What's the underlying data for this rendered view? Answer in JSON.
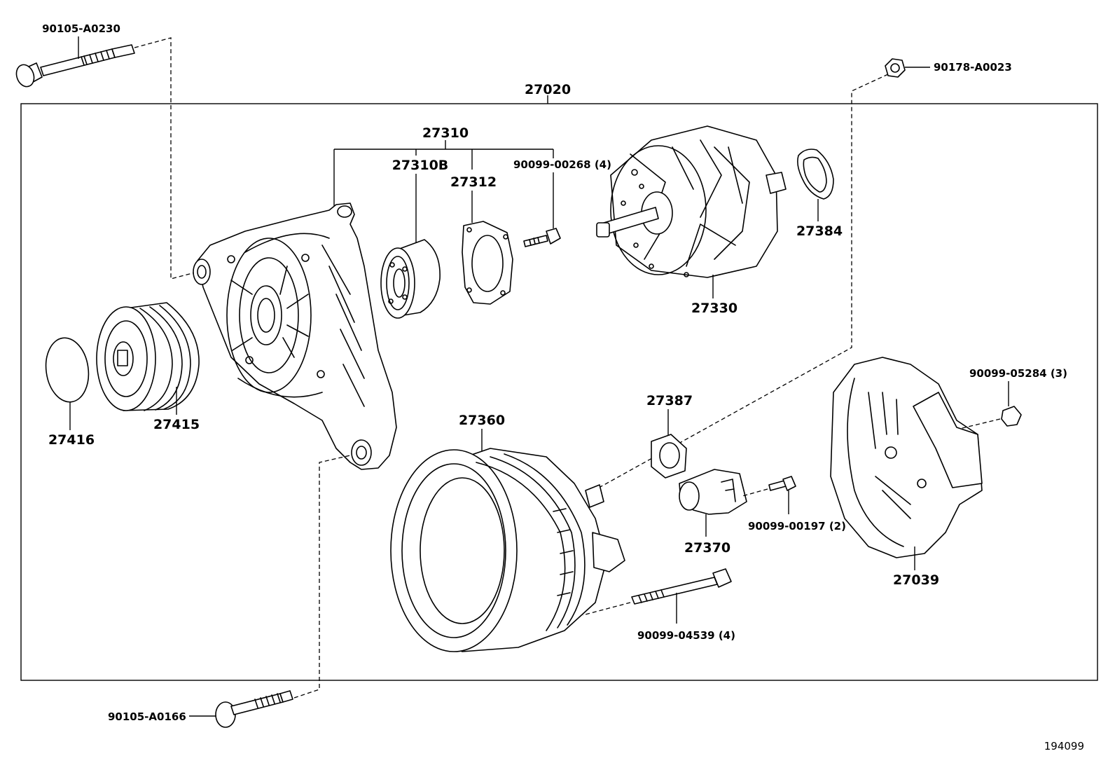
{
  "assembly": {
    "label": "27020"
  },
  "drawing_number": "194099",
  "parts": {
    "bolt_top": "90105-A0230",
    "nut_top_right": "90178-A0023",
    "bearing_kit": "27310",
    "bearing": "27310B",
    "retainer": "27312",
    "retainer_screw": "90099-00268 (4)",
    "rotor": "27330",
    "ring": "27384",
    "cap": "27416",
    "pulley": "27415",
    "stator_frame": "27360",
    "holder": "27387",
    "brush_holder": "27370",
    "holder_screw": "90099-00197 (2)",
    "rear_cover": "27039",
    "cover_nut": "90099-05284 (3)",
    "through_bolt": "90099-04539 (4)",
    "bolt_bottom": "90105-A0166"
  }
}
